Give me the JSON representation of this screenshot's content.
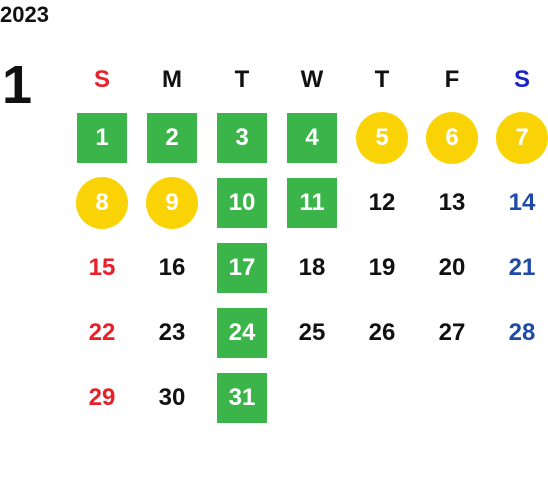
{
  "calendar": {
    "year": "2023",
    "month": "1",
    "weekday_headers": [
      "S",
      "M",
      "T",
      "W",
      "T",
      "F",
      "S"
    ],
    "weeks": [
      [
        {
          "day": "1",
          "mark": "green-box"
        },
        {
          "day": "2",
          "mark": "green-box"
        },
        {
          "day": "3",
          "mark": "green-box"
        },
        {
          "day": "4",
          "mark": "green-box"
        },
        {
          "day": "5",
          "mark": "yellow-circle"
        },
        {
          "day": "6",
          "mark": "yellow-circle"
        },
        {
          "day": "7",
          "mark": "yellow-circle"
        }
      ],
      [
        {
          "day": "8",
          "mark": "yellow-circle"
        },
        {
          "day": "9",
          "mark": "yellow-circle"
        },
        {
          "day": "10",
          "mark": "green-box"
        },
        {
          "day": "11",
          "mark": "green-box"
        },
        {
          "day": "12",
          "mark": "none"
        },
        {
          "day": "13",
          "mark": "none"
        },
        {
          "day": "14",
          "mark": "none"
        }
      ],
      [
        {
          "day": "15",
          "mark": "none"
        },
        {
          "day": "16",
          "mark": "none"
        },
        {
          "day": "17",
          "mark": "green-box"
        },
        {
          "day": "18",
          "mark": "none"
        },
        {
          "day": "19",
          "mark": "none"
        },
        {
          "day": "20",
          "mark": "none"
        },
        {
          "day": "21",
          "mark": "none"
        }
      ],
      [
        {
          "day": "22",
          "mark": "none"
        },
        {
          "day": "23",
          "mark": "none"
        },
        {
          "day": "24",
          "mark": "green-box"
        },
        {
          "day": "25",
          "mark": "none"
        },
        {
          "day": "26",
          "mark": "none"
        },
        {
          "day": "27",
          "mark": "none"
        },
        {
          "day": "28",
          "mark": "none"
        }
      ],
      [
        {
          "day": "29",
          "mark": "none"
        },
        {
          "day": "30",
          "mark": "none"
        },
        {
          "day": "31",
          "mark": "green-box"
        },
        {
          "day": "",
          "mark": "none"
        },
        {
          "day": "",
          "mark": "none"
        },
        {
          "day": "",
          "mark": "none"
        },
        {
          "day": "",
          "mark": "none"
        }
      ]
    ]
  },
  "colors": {
    "green_mark": "#3bb54a",
    "yellow_mark": "#f9d305",
    "sunday_text": "#e8202a",
    "saturday_text": "#1f4aa8",
    "saturday_header": "#1a23c8",
    "weekday_text": "#111111"
  }
}
